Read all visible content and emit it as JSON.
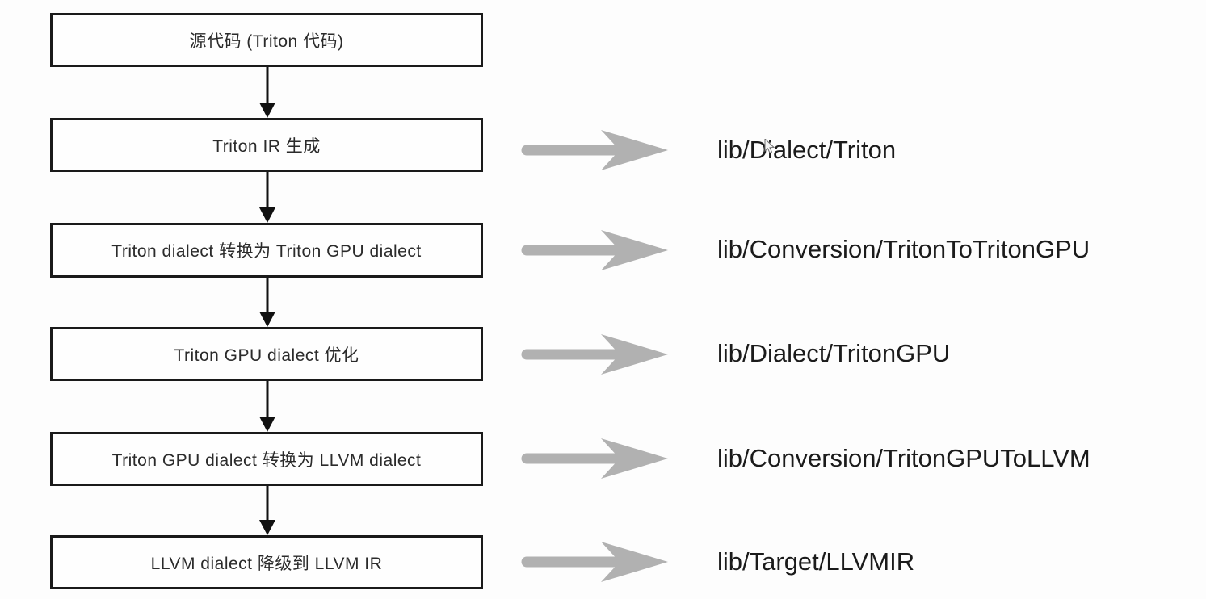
{
  "diagram": {
    "title": "Triton compilation pipeline flowchart",
    "boxes": [
      {
        "label": "源代码 (Triton 代码)"
      },
      {
        "label": "Triton IR 生成",
        "path": "lib/Dialect/Triton"
      },
      {
        "label": "Triton dialect 转换为 Triton GPU dialect",
        "path": "lib/Conversion/TritonToTritonGPU"
      },
      {
        "label": "Triton GPU dialect 优化",
        "path": "lib/Dialect/TritonGPU"
      },
      {
        "label": "Triton GPU dialect 转换为 LLVM dialect",
        "path": "lib/Conversion/TritonGPUToLLVM"
      },
      {
        "label": "LLVM dialect 降级到 LLVM IR",
        "path": "lib/Target/LLVMIR"
      }
    ],
    "colors": {
      "background": "#fdfdfd",
      "box_border": "#1a1a1a",
      "box_fill": "#fefefe",
      "box_text": "#2b2b2b",
      "path_text": "#1b1b1b",
      "gray_arrow": "#b1b1b1",
      "black_arrow": "#111111"
    }
  }
}
